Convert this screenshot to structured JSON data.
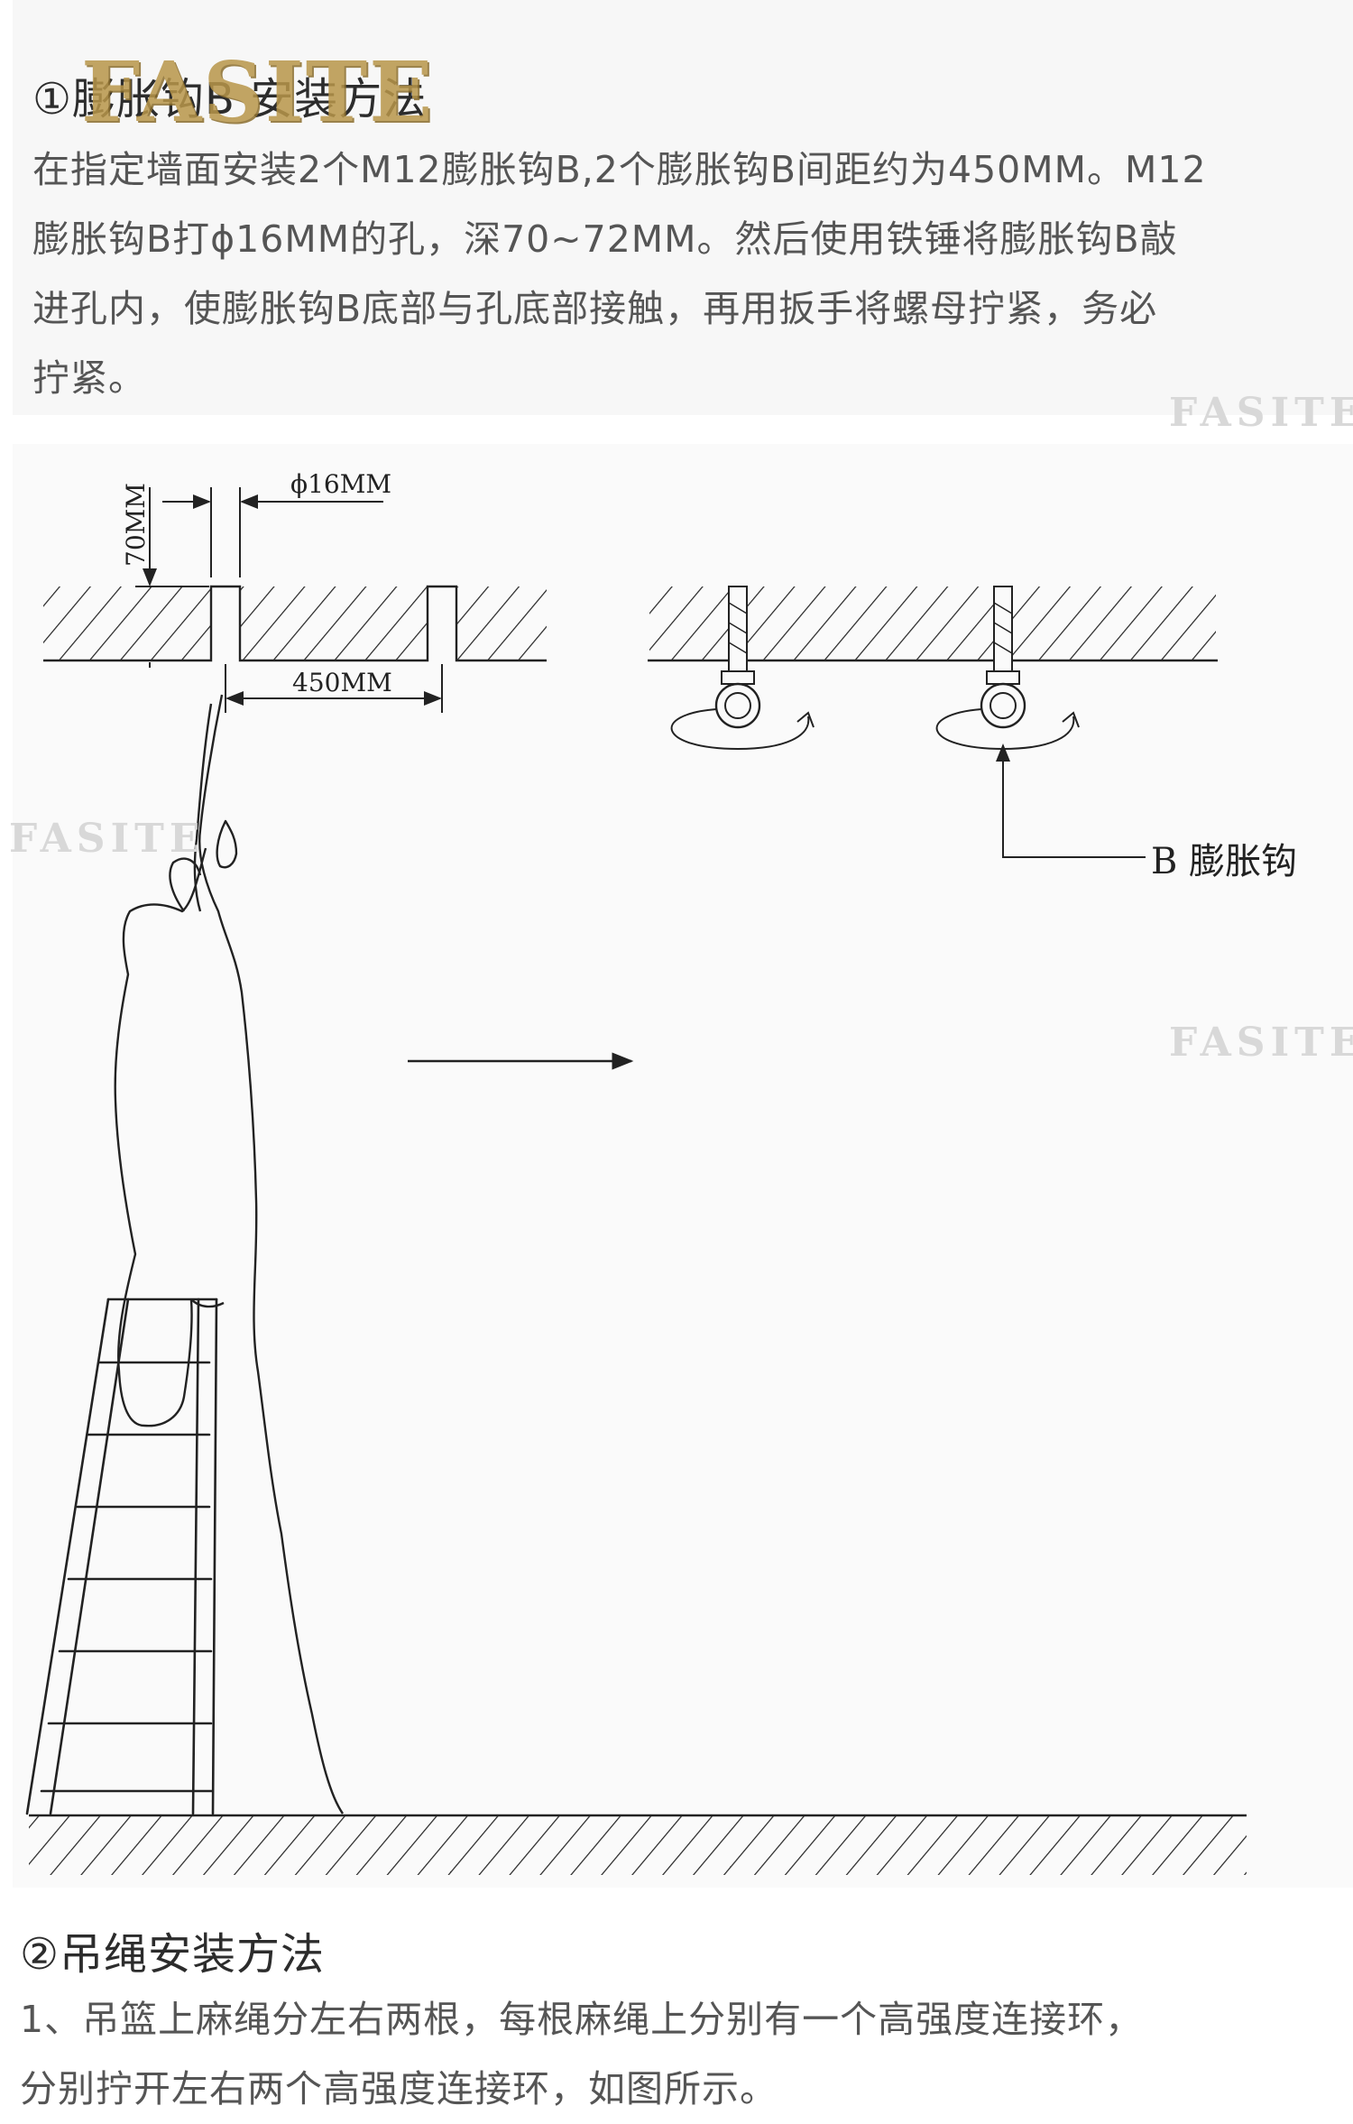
{
  "brand": {
    "logo_text": "FASITE",
    "watermark_text": "FASITE"
  },
  "section1": {
    "title": "①膨胀钩B 安装方法",
    "lines": [
      "在指定墙面安装2个M12膨胀钩B,2个膨胀钩B间距约为450MM。M12",
      "膨胀钩B打ϕ16MM的孔，深70~72MM。然后使用铁锤将膨胀钩B敲",
      "进孔内，使膨胀钩B底部与孔底部接触，再用扳手将螺母拧紧，务必",
      "拧紧。"
    ]
  },
  "diagram": {
    "hole_diameter_label": "ϕ16MM",
    "depth_label": "70MM",
    "spacing_label": "450MM",
    "hook_label": "B  膨胀钩"
  },
  "section2": {
    "title": "②吊绳安装方法",
    "lines": [
      "1、吊篮上麻绳分左右两根，每根麻绳上分别有一个高强度连接环，",
      "分别拧开左右两个高强度连接环，如图所示。"
    ]
  }
}
